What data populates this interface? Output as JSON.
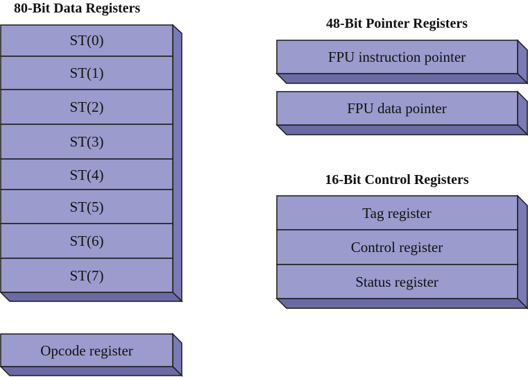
{
  "headings": {
    "data_registers": "80-Bit Data Registers",
    "pointer_registers": "48-Bit Pointer Registers",
    "control_registers": "16-Bit Control Registers"
  },
  "data_registers": [
    "ST(0)",
    "ST(1)",
    "ST(2)",
    "ST(3)",
    "ST(4)",
    "ST(5)",
    "ST(6)",
    "ST(7)"
  ],
  "opcode_register": "Opcode register",
  "pointer_registers": [
    "FPU instruction pointer",
    "FPU data pointer"
  ],
  "control_registers": [
    "Tag register",
    "Control register",
    "Status register"
  ],
  "colors": {
    "face": "#9b9bcd",
    "side": "#7a7ab4",
    "bottom": "#6a6aa4"
  }
}
